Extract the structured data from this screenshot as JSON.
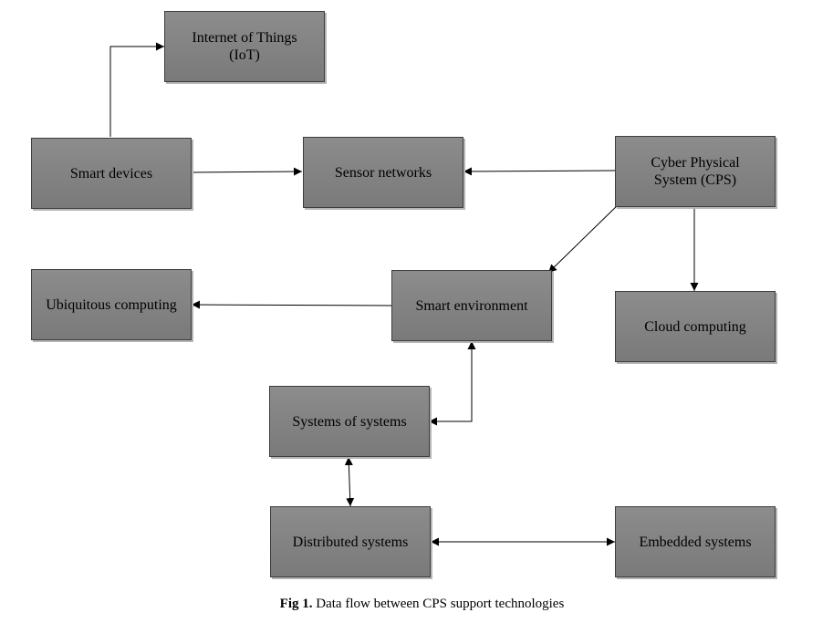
{
  "nodes": {
    "iot": "Internet of Things\n(IoT)",
    "smart_devices": "Smart devices",
    "sensor_networks": "Sensor networks",
    "cps": "Cyber Physical\nSystem (CPS)",
    "ubiquitous": "Ubiquitous computing",
    "smart_environment": "Smart environment",
    "cloud": "Cloud computing",
    "systems_of_systems": "Systems of systems",
    "distributed": "Distributed systems",
    "embedded": "Embedded systems"
  },
  "caption": {
    "number": "Fig 1.",
    "text": " Data flow between CPS support technologies"
  },
  "colors": {
    "node_fill": "#858585",
    "node_border": "#3d3d3d",
    "connector": "#000000"
  }
}
